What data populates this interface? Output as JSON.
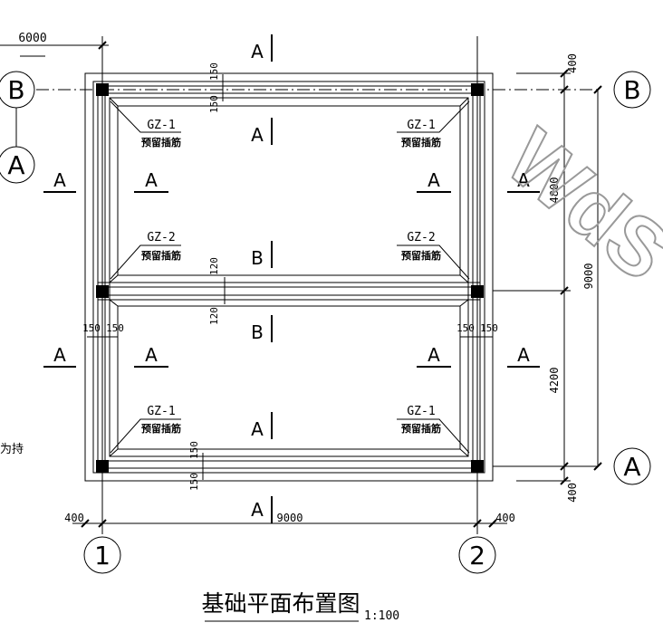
{
  "title": "基础平面布置图",
  "scale": "1:100",
  "watermark": "WdS",
  "cut_text": "为持",
  "grids": {
    "col_1": "1",
    "col_2": "2",
    "row_a": "A",
    "row_b": "B"
  },
  "dimensions": {
    "top_left": "6000",
    "top_offset": "400",
    "bottom_offset": "400",
    "span_upper": "4800",
    "span_lower": "4200",
    "total_vertical": "9000",
    "total_horizontal": "9000",
    "left_offset": "400",
    "right_offset": "400",
    "wall_150": "150",
    "wall_120": "120"
  },
  "column_tags": {
    "gz1": "GZ-1",
    "gz2": "GZ-2",
    "rebar_note": "预留插筋"
  },
  "section_marks": {
    "a": "A",
    "b": "B"
  }
}
